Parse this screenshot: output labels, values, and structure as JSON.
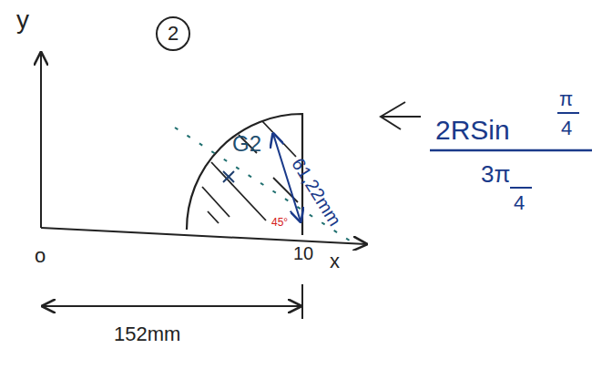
{
  "diagram": {
    "nodes": [
      {
        "text": [
          "2"
        ]
      }
    ],
    "labels": [
      "y",
      "o",
      "x",
      "10",
      "G2",
      "45°",
      "61,22mm",
      "152mm",
      "2RSin",
      "π",
      "4",
      "3π",
      "4"
    ]
  }
}
